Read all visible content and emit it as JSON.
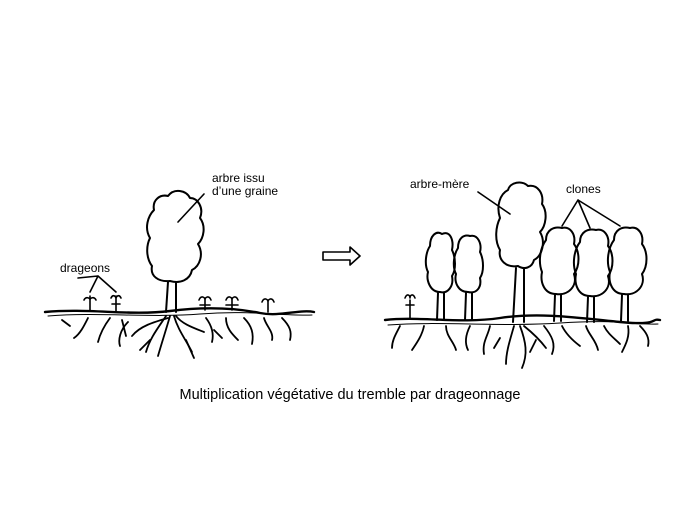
{
  "left_panel": {
    "label_tree": [
      "arbre issu",
      "d’une graine"
    ],
    "label_suckers": "drageons"
  },
  "arrow_icon": "right-hollow-arrow",
  "right_panel": {
    "label_mother": "arbre-mère",
    "label_clones": "clones"
  },
  "caption": "Multiplication végétative du tremble par drageonnage",
  "colors": {
    "ink": "#000000",
    "background": "#ffffff"
  }
}
